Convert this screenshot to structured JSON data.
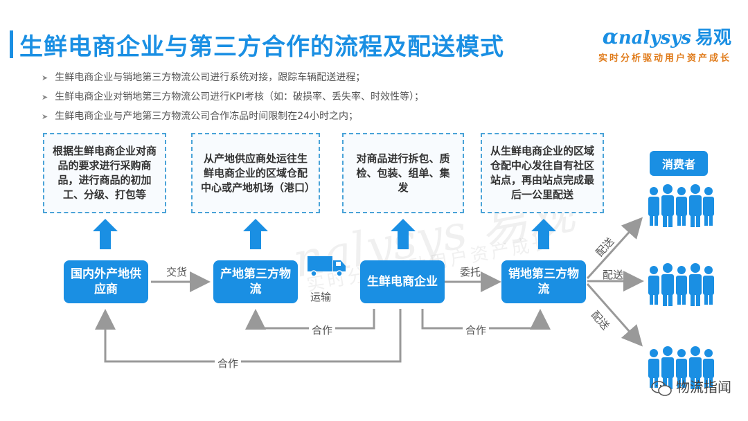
{
  "title": "生鲜电商企业与第三方合作的流程及配送模式",
  "brand": {
    "name": "nalysys",
    "name_cn": "易观",
    "slogan": "实时分析驱动用户资产成长"
  },
  "bullets": [
    "生鲜电商企业与销地第三方物流公司进行系统对接，跟踪车辆配送进程；",
    "生鲜电商企业对销地第三方物流公司进行KPI考核（如：破损率、丢失率、时效性等）；",
    "生鲜电商企业与产地第三方物流公司合作冻品时间限制在24小时之内；"
  ],
  "notes": [
    "根据生鲜电商企业对商品的要求进行采购商品，进行商品的初加工、分级、打包等",
    "从产地供应商处运往生鲜电商企业的区域仓配中心或产地机场（港口）",
    "对商品进行拆包、质检、包装、组单、集发",
    "从生鲜电商企业的区域仓配中心发往自有社区站点，再由站点完成最后一公里配送"
  ],
  "nodes": [
    "国内外产地供应商",
    "产地第三方物流",
    "生鲜电商企业",
    "销地第三方物流"
  ],
  "edges": {
    "deliver": "交货",
    "transport": "运输",
    "entrust": "委托",
    "coop1": "合作",
    "coop2": "合作",
    "coop3": "合作",
    "ship1": "配送",
    "ship2": "配送",
    "ship3": "配送"
  },
  "consumer": "消费者",
  "footer_watermark": "物流指闻",
  "colors": {
    "accent": "#1a8fe3",
    "slogan": "#e07b1a",
    "line": "#999999"
  }
}
